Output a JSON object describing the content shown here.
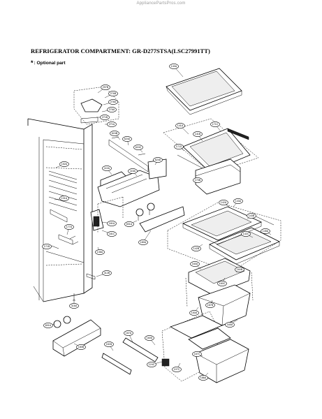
{
  "header": {
    "watermark": "AppliancePartsPros.com",
    "title": "REFRIGERATOR COMPARTMENT: GR-D277STSA(LSC27991TT)",
    "legend_symbol": "*",
    "legend_text": ": Optional part"
  },
  "callouts": [
    {
      "id": "c140a",
      "label": "140A"
    },
    {
      "id": "c297b",
      "label": "297B"
    },
    {
      "id": "c276b",
      "label": "276B"
    },
    {
      "id": "c276d",
      "label": "276D"
    },
    {
      "id": "c276a",
      "label": "276A"
    },
    {
      "id": "c271b",
      "label": "271B"
    },
    {
      "id": "c271a",
      "label": "271A"
    },
    {
      "id": "c141a",
      "label": "141A"
    },
    {
      "id": "c141b",
      "label": "141B"
    },
    {
      "id": "c171c",
      "label": "171C"
    },
    {
      "id": "c171d",
      "label": "171D"
    },
    {
      "id": "c170b",
      "label": "170B"
    },
    {
      "id": "c624b",
      "label": "624B"
    },
    {
      "id": "c624a",
      "label": "624A"
    },
    {
      "id": "c624c",
      "label": "624C"
    },
    {
      "id": "c624d",
      "label": "624D"
    },
    {
      "id": "c110a",
      "label": "110A"
    },
    {
      "id": "c115a",
      "label": "115A"
    },
    {
      "id": "c152a",
      "label": "152A"
    },
    {
      "id": "c131a",
      "label": "131A"
    },
    {
      "id": "c177a",
      "label": "177A"
    },
    {
      "id": "c171b",
      "label": "171B"
    },
    {
      "id": "c601a",
      "label": "601A"
    },
    {
      "id": "c181a",
      "label": "181A"
    },
    {
      "id": "c181c",
      "label": "181C"
    },
    {
      "id": "c136a",
      "label": "136A"
    },
    {
      "id": "c180a",
      "label": "180A"
    },
    {
      "id": "c312b",
      "label": "312B"
    },
    {
      "id": "c142a",
      "label": "142A"
    },
    {
      "id": "c143a",
      "label": "143A"
    },
    {
      "id": "c143b",
      "label": "143B"
    },
    {
      "id": "c142b",
      "label": "142B"
    },
    {
      "id": "c142c",
      "label": "142C"
    },
    {
      "id": "c145a",
      "label": "145A"
    },
    {
      "id": "c160a",
      "label": "160A"
    },
    {
      "id": "c160c",
      "label": "160C"
    },
    {
      "id": "c160b",
      "label": "160B"
    },
    {
      "id": "c150a",
      "label": "150A"
    },
    {
      "id": "c167b",
      "label": "167B"
    },
    {
      "id": "c165a",
      "label": "165A"
    },
    {
      "id": "c316a",
      "label": "316A"
    },
    {
      "id": "c601a2",
      "label": "601A"
    },
    {
      "id": "c180b",
      "label": "180B"
    },
    {
      "id": "c161b",
      "label": "161B"
    },
    {
      "id": "c167a",
      "label": "167A"
    },
    {
      "id": "c160d",
      "label": "160D"
    },
    {
      "id": "c124c",
      "label": "124C"
    },
    {
      "id": "c107c",
      "label": "107C"
    },
    {
      "id": "c167c",
      "label": "167C"
    },
    {
      "id": "c186a",
      "label": "186A"
    }
  ]
}
